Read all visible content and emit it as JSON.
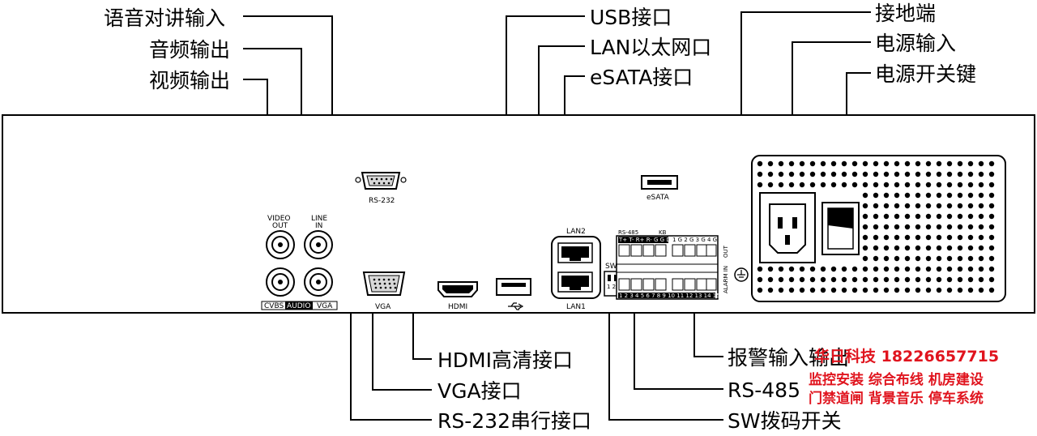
{
  "callouts": {
    "talk_in": "语音对讲输入",
    "audio_out": "音频输出",
    "video_out": "视频输出",
    "usb": "USB接口",
    "lan": "LAN以太网口",
    "esata": "eSATA接口",
    "ground": "接地端",
    "power_in": "电源输入",
    "power_switch": "电源开关键",
    "alarm_io": "报警输入输出",
    "rs485": "RS-485",
    "sw_dip": "SW拨码开关",
    "hdmi": "HDMI高清接口",
    "vga": "VGA接口",
    "rs232": "RS-232串行接口"
  },
  "panel_labels": {
    "rs232": "RS-232",
    "esata": "eSATA",
    "video_out_1": "VIDEO",
    "video_out_2": "OUT",
    "line_in_1": "LINE",
    "line_in_2": "IN",
    "cvbs": "CVBS",
    "audio": "AUDIO",
    "vga_small": "VGA",
    "vga": "VGA",
    "hdmi": "HDMI",
    "lan1": "LAN1",
    "lan2": "LAN2",
    "rs485": "RS-485",
    "kb": "KB",
    "sw": "SW",
    "alarm_in": "ALARM IN",
    "out": "OUT",
    "bottom_numbers": "1 2 3 4 5 6 7 8  9 10 11 12 13 14 15 16",
    "top_terminals": "T+ T- R+ R- G  G D+ D-",
    "top_alarm": "1  G  2  G  3  G  4  G",
    "sw_text": "1 2 ON"
  },
  "watermark": {
    "company": "华日科技 18226657715",
    "line2": "监控安装  综合布线  机房建设",
    "line3": "门禁道闸  背景音乐  停车系统"
  }
}
